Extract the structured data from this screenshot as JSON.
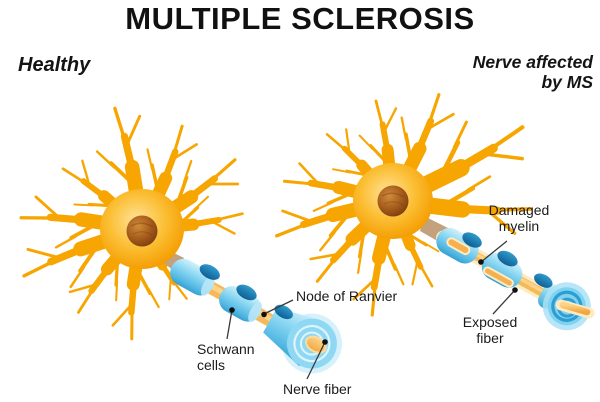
{
  "title": "MULTIPLE SCLEROSIS",
  "sections": {
    "healthy": {
      "heading": "Healthy"
    },
    "ms": {
      "heading_line1": "Nerve affected",
      "heading_line2": "by MS"
    }
  },
  "labels": {
    "node_of_ranvier": "Node of Ranvier",
    "schwann_cells_line1": "Schwann",
    "schwann_cells_line2": "cells",
    "nerve_fiber": "Nerve fiber",
    "damaged_myelin_line1": "Damaged",
    "damaged_myelin_line2": "myelin",
    "exposed_fiber_line1": "Exposed",
    "exposed_fiber_line2": "fiber"
  },
  "colors": {
    "background": "#FFFFFF",
    "text": "#1B1B1B",
    "neuron_orange": "#F7A500",
    "soma_highlight": "#FFE39A",
    "nucleus_brown": "#9C5A1B",
    "axon_hillock_tan": "#C2A17C",
    "myelin_blue": "#8BD7F2",
    "myelin_highlight": "#D2F1FB",
    "myelin_shadow": "#379FD0",
    "schwann_nucleus_blue": "#16679F",
    "fiber_orange": "#F6B957",
    "fiber_cream": "#FDEBC4",
    "leader_line": "#3A3A3A"
  }
}
